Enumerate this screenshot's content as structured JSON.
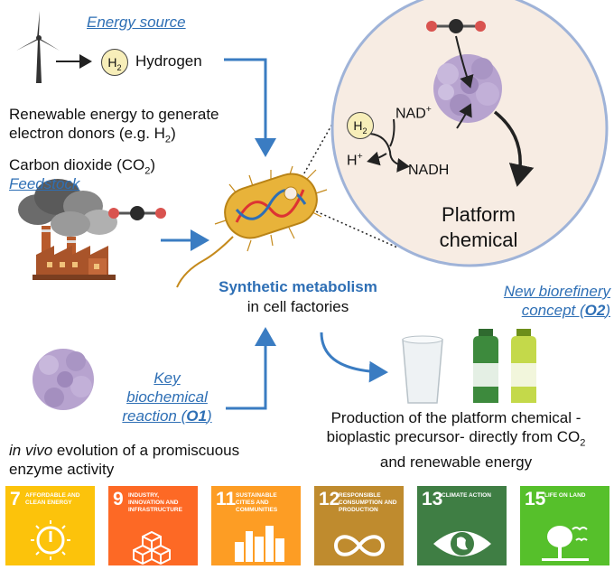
{
  "energy_source": {
    "title": "Energy source",
    "h2_badge": "H",
    "hydrogen": "Hydrogen",
    "renewable_line1": "Renewable energy to generate",
    "renewable_line2": "electron donors (e.g. H",
    "renewable_line2_end": ")"
  },
  "feedstock": {
    "co2_text": "Carbon dioxide (CO",
    "co2_end": ")",
    "title": "Feedstock"
  },
  "zoom": {
    "nad": "NAD",
    "nad_sup": "+",
    "h2_badge": "H",
    "h_plus": "H",
    "h_plus_sup": "+",
    "nadh": "NADH",
    "platform_line1": "Platform",
    "platform_line2": "chemical"
  },
  "center": {
    "title": "Synthetic metabolism",
    "subtitle": "in cell factories"
  },
  "biorefinery": {
    "line1": "New biorefinery",
    "line2": "concept (",
    "code": "O2",
    "line2_end": ")"
  },
  "key_reaction": {
    "line1": "Key",
    "line2": "biochemical",
    "line3": "reaction (",
    "code": "O1",
    "line3_end": ")"
  },
  "evolution": {
    "italic": "in vivo",
    "rest": " evolution of a promiscuous",
    "line2": "enzyme activity"
  },
  "production": {
    "line1": "Production of the platform chemical -",
    "line2": "bioplastic precursor- directly from CO",
    "line3": "and renewable energy"
  },
  "sdgs": [
    {
      "number": "7",
      "label": "AFFORDABLE AND CLEAN ENERGY",
      "color": "#FCC30B",
      "icon": "sun-power-icon"
    },
    {
      "number": "9",
      "label": "INDUSTRY, INNOVATION AND INFRASTRUCTURE",
      "color": "#FD6925",
      "icon": "cubes-icon"
    },
    {
      "number": "11",
      "label": "SUSTAINABLE CITIES AND COMMUNITIES",
      "color": "#FD9D24",
      "icon": "city-icon"
    },
    {
      "number": "12",
      "label": "RESPONSIBLE CONSUMPTION AND PRODUCTION",
      "color": "#BF8B2E",
      "icon": "infinity-icon"
    },
    {
      "number": "13",
      "label": "CLIMATE ACTION",
      "color": "#3F7E44",
      "icon": "eye-globe-icon"
    },
    {
      "number": "15",
      "label": "LIFE ON LAND",
      "color": "#56C02B",
      "icon": "tree-birds-icon"
    }
  ],
  "colors": {
    "arrow_blue": "#3a7cc2",
    "zoom_fill": "#f7ece3",
    "zoom_border": "#9fb3d8",
    "enzyme": "#b7a3cf",
    "bacterium": "#e8b33a"
  }
}
